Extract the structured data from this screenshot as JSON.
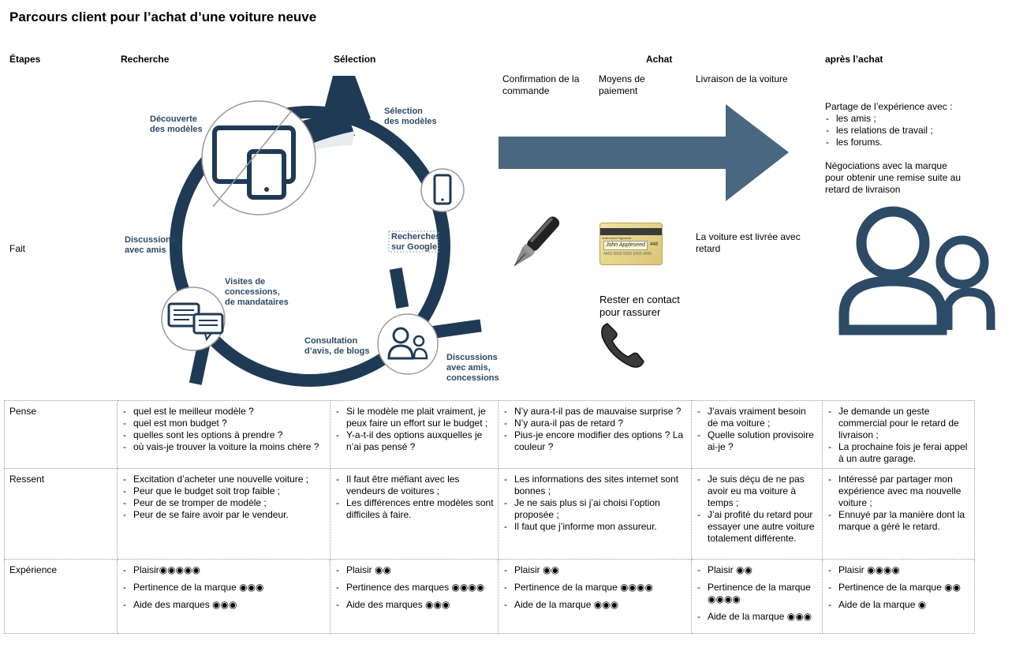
{
  "title": "Parcours client pour l’achat d’une voiture neuve",
  "headers": {
    "etapes": "Étapes",
    "recherche": "Recherche",
    "selection": "Sélection",
    "achat": "Achat",
    "apres": "après l’achat"
  },
  "achat_sub": {
    "confirmation": [
      "Confirmation de la",
      "commande"
    ],
    "paiement": [
      "Moyens de",
      "paiement"
    ],
    "livraison": "Livraison de la voiture"
  },
  "fait_label": "Fait",
  "cycle_labels": {
    "decouverte": [
      "Découverte",
      "des modèles"
    ],
    "selection": [
      "Sélection",
      "des modèles"
    ],
    "discussions_amis": [
      "Discussions",
      "avec amis"
    ],
    "recherches": [
      "Recherches",
      "sur Google"
    ],
    "visites": [
      "Visites de",
      "concessions,",
      "de mandataires"
    ],
    "consultation": [
      "Consultation",
      "d’avis, de blogs"
    ],
    "discussions_conc": [
      "Discussions",
      "avec amis,",
      "concessions"
    ]
  },
  "card_text": {
    "line1": "Authorized Signature",
    "name": "John Appleseed",
    "digits": "4455 5555 5555 5555 4455",
    "num": "448"
  },
  "achat_fait": {
    "contact": [
      "Rester en contact",
      "pour rassurer"
    ],
    "livree": [
      "La voiture est livrée avec",
      "retard"
    ]
  },
  "apres_text": {
    "partage": "Partage de l’expérience avec :",
    "items": [
      "les amis ;",
      "les relations de travail ;",
      "les forums."
    ],
    "negociations": [
      "Négociations avec la marque",
      "pour obtenir une remise suite au",
      "retard de livraison"
    ]
  },
  "rows": [
    {
      "label": "Pense",
      "cells": [
        [
          "quel est le meilleur modèle ?",
          "quel est mon budget ?",
          "quelles sont les options à prendre ?",
          "où vais-je trouver la voiture la moins chère ?"
        ],
        [
          "Si le modèle me plait vraiment, je peux faire un effort sur le budget ;",
          "Y-a-t-il des options auxquelles je n’ai pas pensé ?"
        ],
        [
          "N’y aura-t-il pas de mauvaise surprise ?",
          "N’y aura-il pas de retard ?",
          "Pius-je encore modifier des options ? La couleur ?"
        ],
        [
          "J’avais vraiment besoin de ma voiture ;",
          "Quelle solution provisoire ai-je ?"
        ],
        [
          "Je demande un geste commercial pour le retard de livraison ;",
          "La prochaine fois je ferai appel à un autre garage."
        ]
      ]
    },
    {
      "label": "Ressent",
      "cells": [
        [
          "Excitation d’acheter une nouvelle voiture ;",
          "Peur que le budget soit trop faible ;",
          "Peur de se tromper de modèle ;",
          "Peur de se faire avoir par le vendeur."
        ],
        [
          "Il faut être méfiant avec les vendeurs de voitures ;",
          "Les différences entre modèles sont difficiles à faire."
        ],
        [
          "Les informations des sites internet sont bonnes ;",
          "Je ne sais plus si j’ai choisi l’option proposée ;",
          "Il faut que j’informe mon assureur."
        ],
        [
          "Je suis déçu de ne pas avoir eu ma voiture à temps ;",
          "J’ai profité du retard pour essayer une autre voiture totalement différente."
        ],
        [
          "Intéressé par partager mon expérience avec ma nouvelle voiture ;",
          "Ennuyé par la manière dont la marque a géré le retard."
        ]
      ]
    },
    {
      "label": "Expérience",
      "cells": [
        [
          "Plaisir◉◉◉◉◉",
          "Pertinence de la marque ◉◉◉",
          "Aide des marques ◉◉◉"
        ],
        [
          "Plaisir ◉◉",
          "Pertinence des marques ◉◉◉◉",
          "Aide des marques ◉◉◉"
        ],
        [
          "Plaisir ◉◉",
          "Pertinence de la marque ◉◉◉◉",
          "Aide de la marque ◉◉◉"
        ],
        [
          "Plaisir ◉◉",
          "Pertinence de la marque ◉◉◉◉",
          "Aide de la marque ◉◉◉"
        ],
        [
          "Plaisir ◉◉◉◉",
          "Pertinence de la marque ◉◉",
          "Aide de la marque ◉"
        ]
      ]
    }
  ],
  "colors": {
    "navy": "#1f3a55",
    "arrow": "#4a6780",
    "label": "#2d4a66"
  },
  "icons": [
    "tablet-icon",
    "phone-icon",
    "chat-icon",
    "people-icon",
    "pen-icon",
    "credit-card-icon",
    "telephone-icon",
    "person-group-icon",
    "arrow-right-icon"
  ]
}
